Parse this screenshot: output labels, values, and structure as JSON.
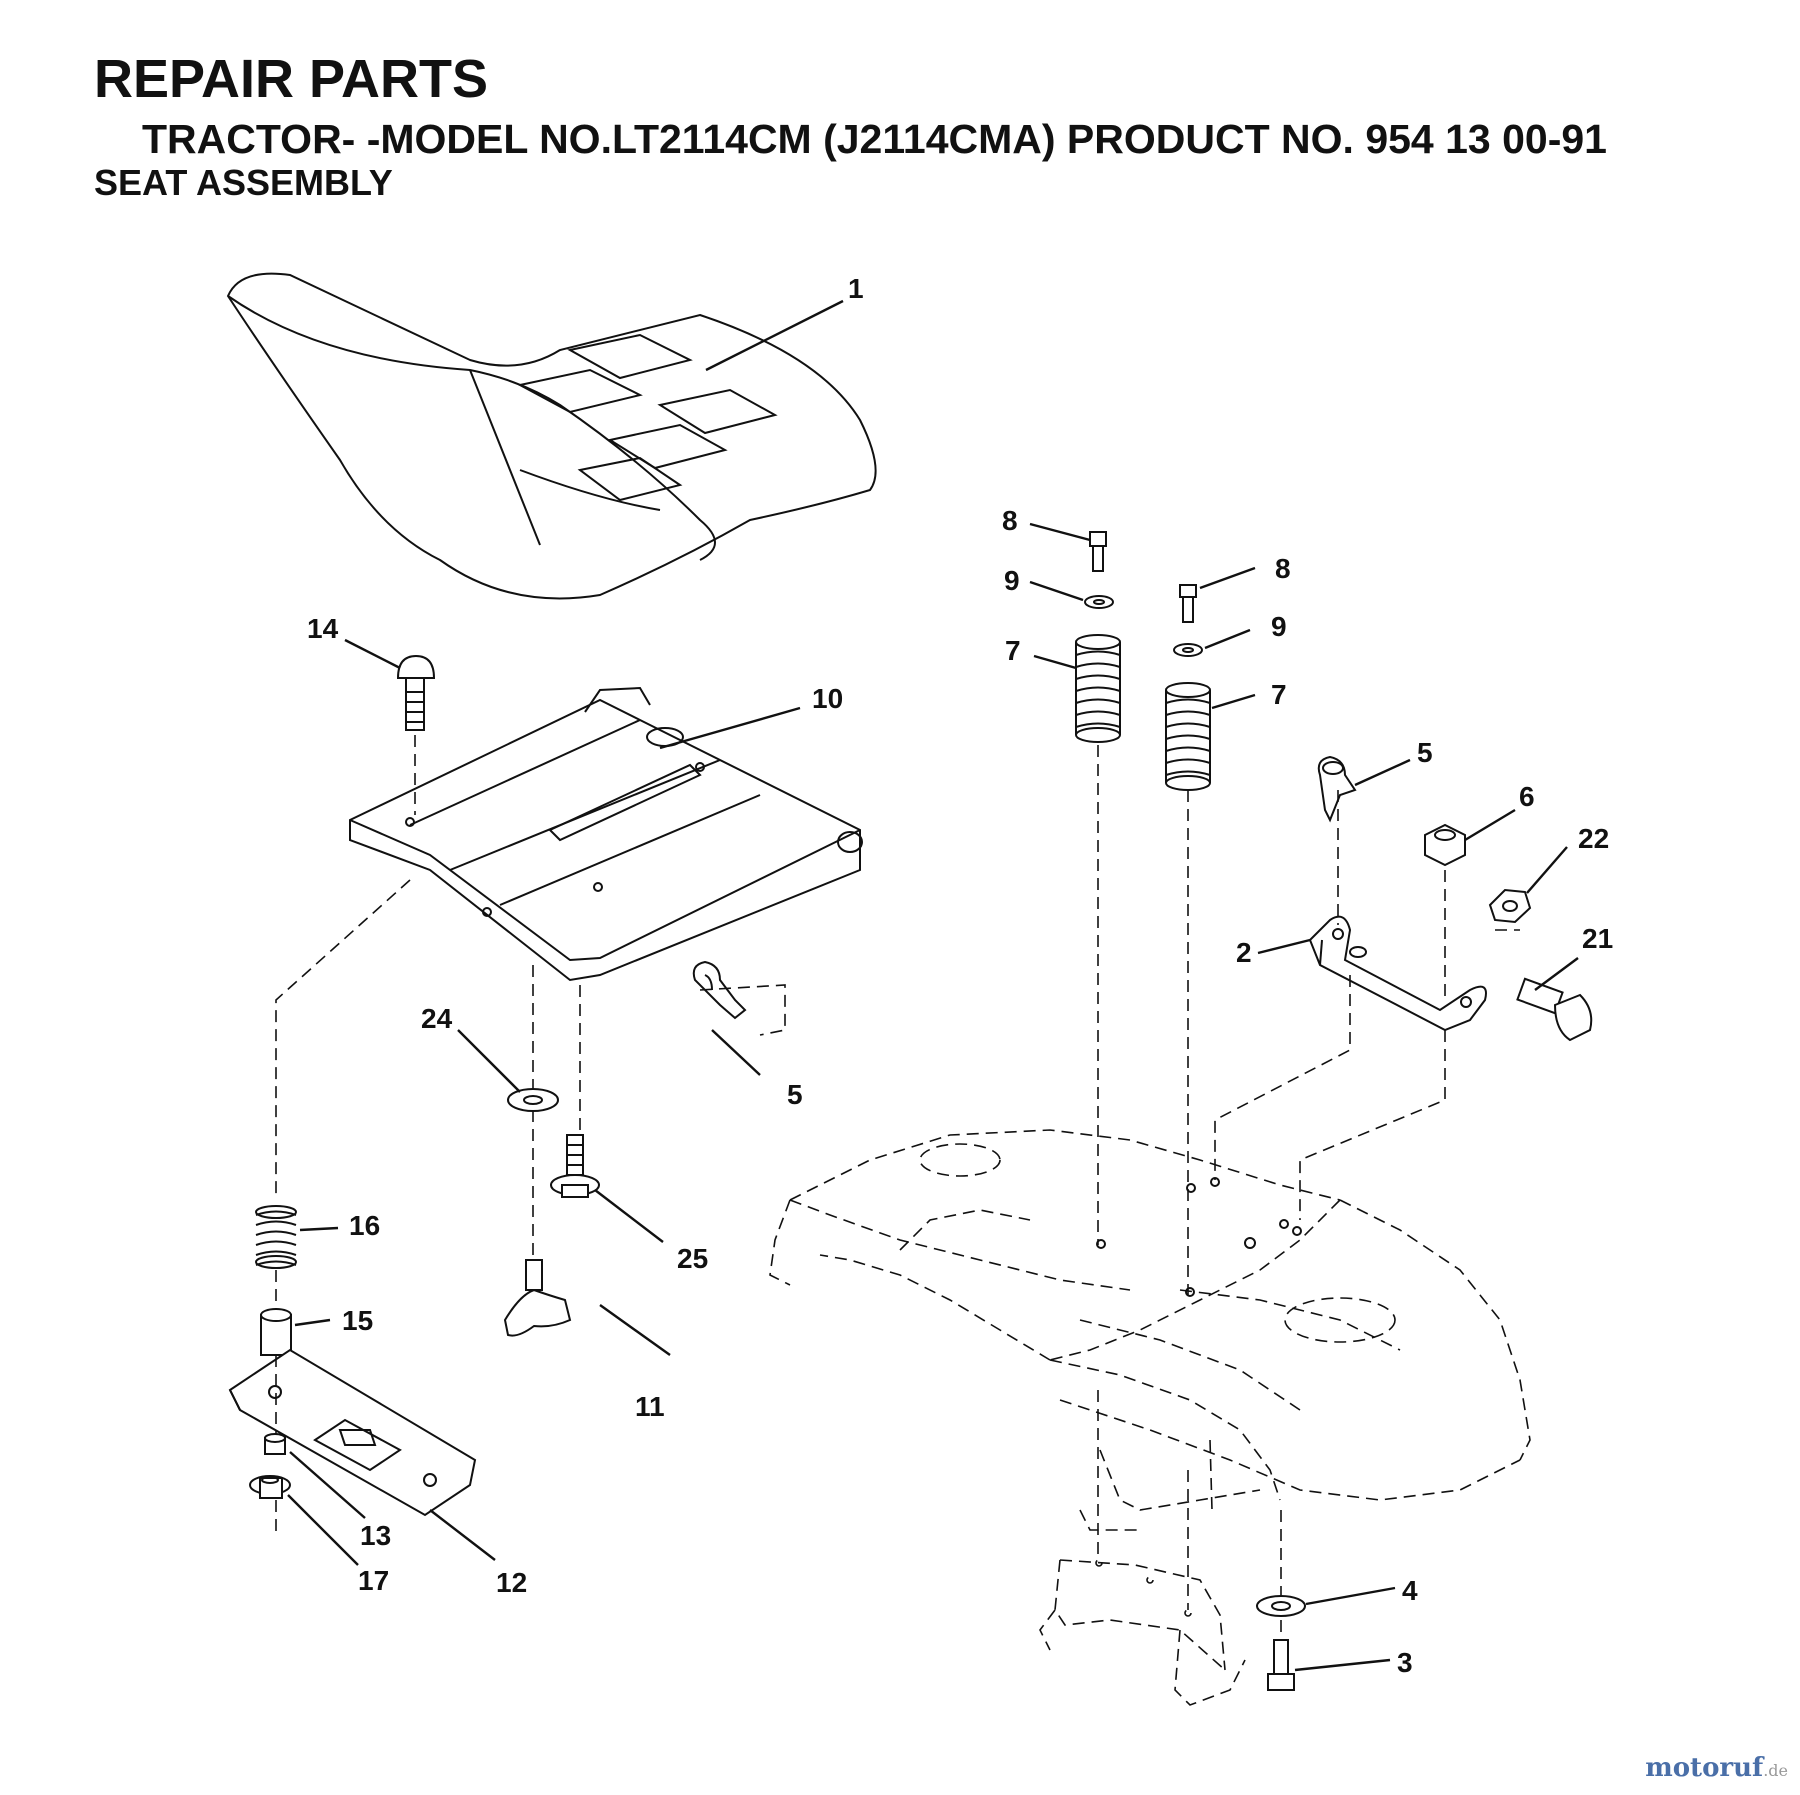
{
  "header": {
    "title": "REPAIR PARTS",
    "model_line": "TRACTOR- -MODEL NO.LT2114CM (J2114CMA) PRODUCT NO. 954 13 00-91",
    "section": "SEAT ASSEMBLY"
  },
  "callouts": {
    "c1": "1",
    "c2": "2",
    "c3": "3",
    "c4": "4",
    "c5a": "5",
    "c5b": "5",
    "c6": "6",
    "c7a": "7",
    "c7b": "7",
    "c8a": "8",
    "c8b": "8",
    "c9a": "9",
    "c9b": "9",
    "c10": "10",
    "c11": "11",
    "c12": "12",
    "c13": "13",
    "c14": "14",
    "c15": "15",
    "c16": "16",
    "c17": "17",
    "c21": "21",
    "c22": "22",
    "c24": "24",
    "c25": "25"
  },
  "watermark": {
    "brand": "motoruf",
    "tld": ".de"
  },
  "colors": {
    "line": "#111111",
    "watermark": "#4a6fa8"
  }
}
